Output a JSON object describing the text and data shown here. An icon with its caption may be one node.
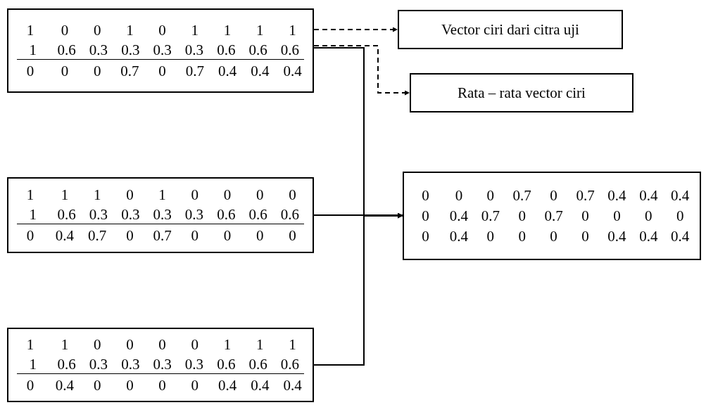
{
  "diagram": {
    "nodes": [
      {
        "text": [
          "1 0 0 1 0 1 1 1 1",
          "1 0.6 0.3 0.3 0.3 0.3 0.6 0.6 0.6",
          "0 0 0 0.7 0 0.7 0.4 0.4 0.4"
        ]
      },
      {
        "text": [
          "Vector ciri dari citra uji"
        ]
      },
      {
        "text": [
          "Rata – rata vector ciri"
        ]
      },
      {
        "text": [
          "1 1 1 0 1 0 0 0 0",
          "1 0.6 0.3 0.3 0.3 0.3 0.6 0.6 0.6",
          "0 0.4 0.7 0 0.7 0 0 0 0"
        ]
      },
      {
        "text": [
          "0 0 0 0.7 0 0.7 0.4 0.4 0.4",
          "0 0.4 0.7 0 0.7 0 0 0 0",
          "0 0.4 0 0 0 0 0.4 0.4 0.4"
        ]
      },
      {
        "text": [
          "1 1 0 0 0 0 1 1 1",
          "1 0.6 0.3 0.3 0.3 0.3 0.6 0.6 0.6",
          "0 0.4 0 0 0 0 0.4 0.4 0.4"
        ]
      }
    ],
    "edges": [
      {
        "from": 0,
        "to": 1,
        "arrow": "to",
        "style": "dashed"
      },
      {
        "from": 0,
        "to": 2,
        "arrow": "to",
        "style": "dashed"
      },
      {
        "from": 0,
        "to": 4,
        "arrow": "to"
      },
      {
        "from": 3,
        "to": 4,
        "arrow": "to"
      },
      {
        "from": 5,
        "to": 4,
        "arrow": "to"
      }
    ]
  }
}
